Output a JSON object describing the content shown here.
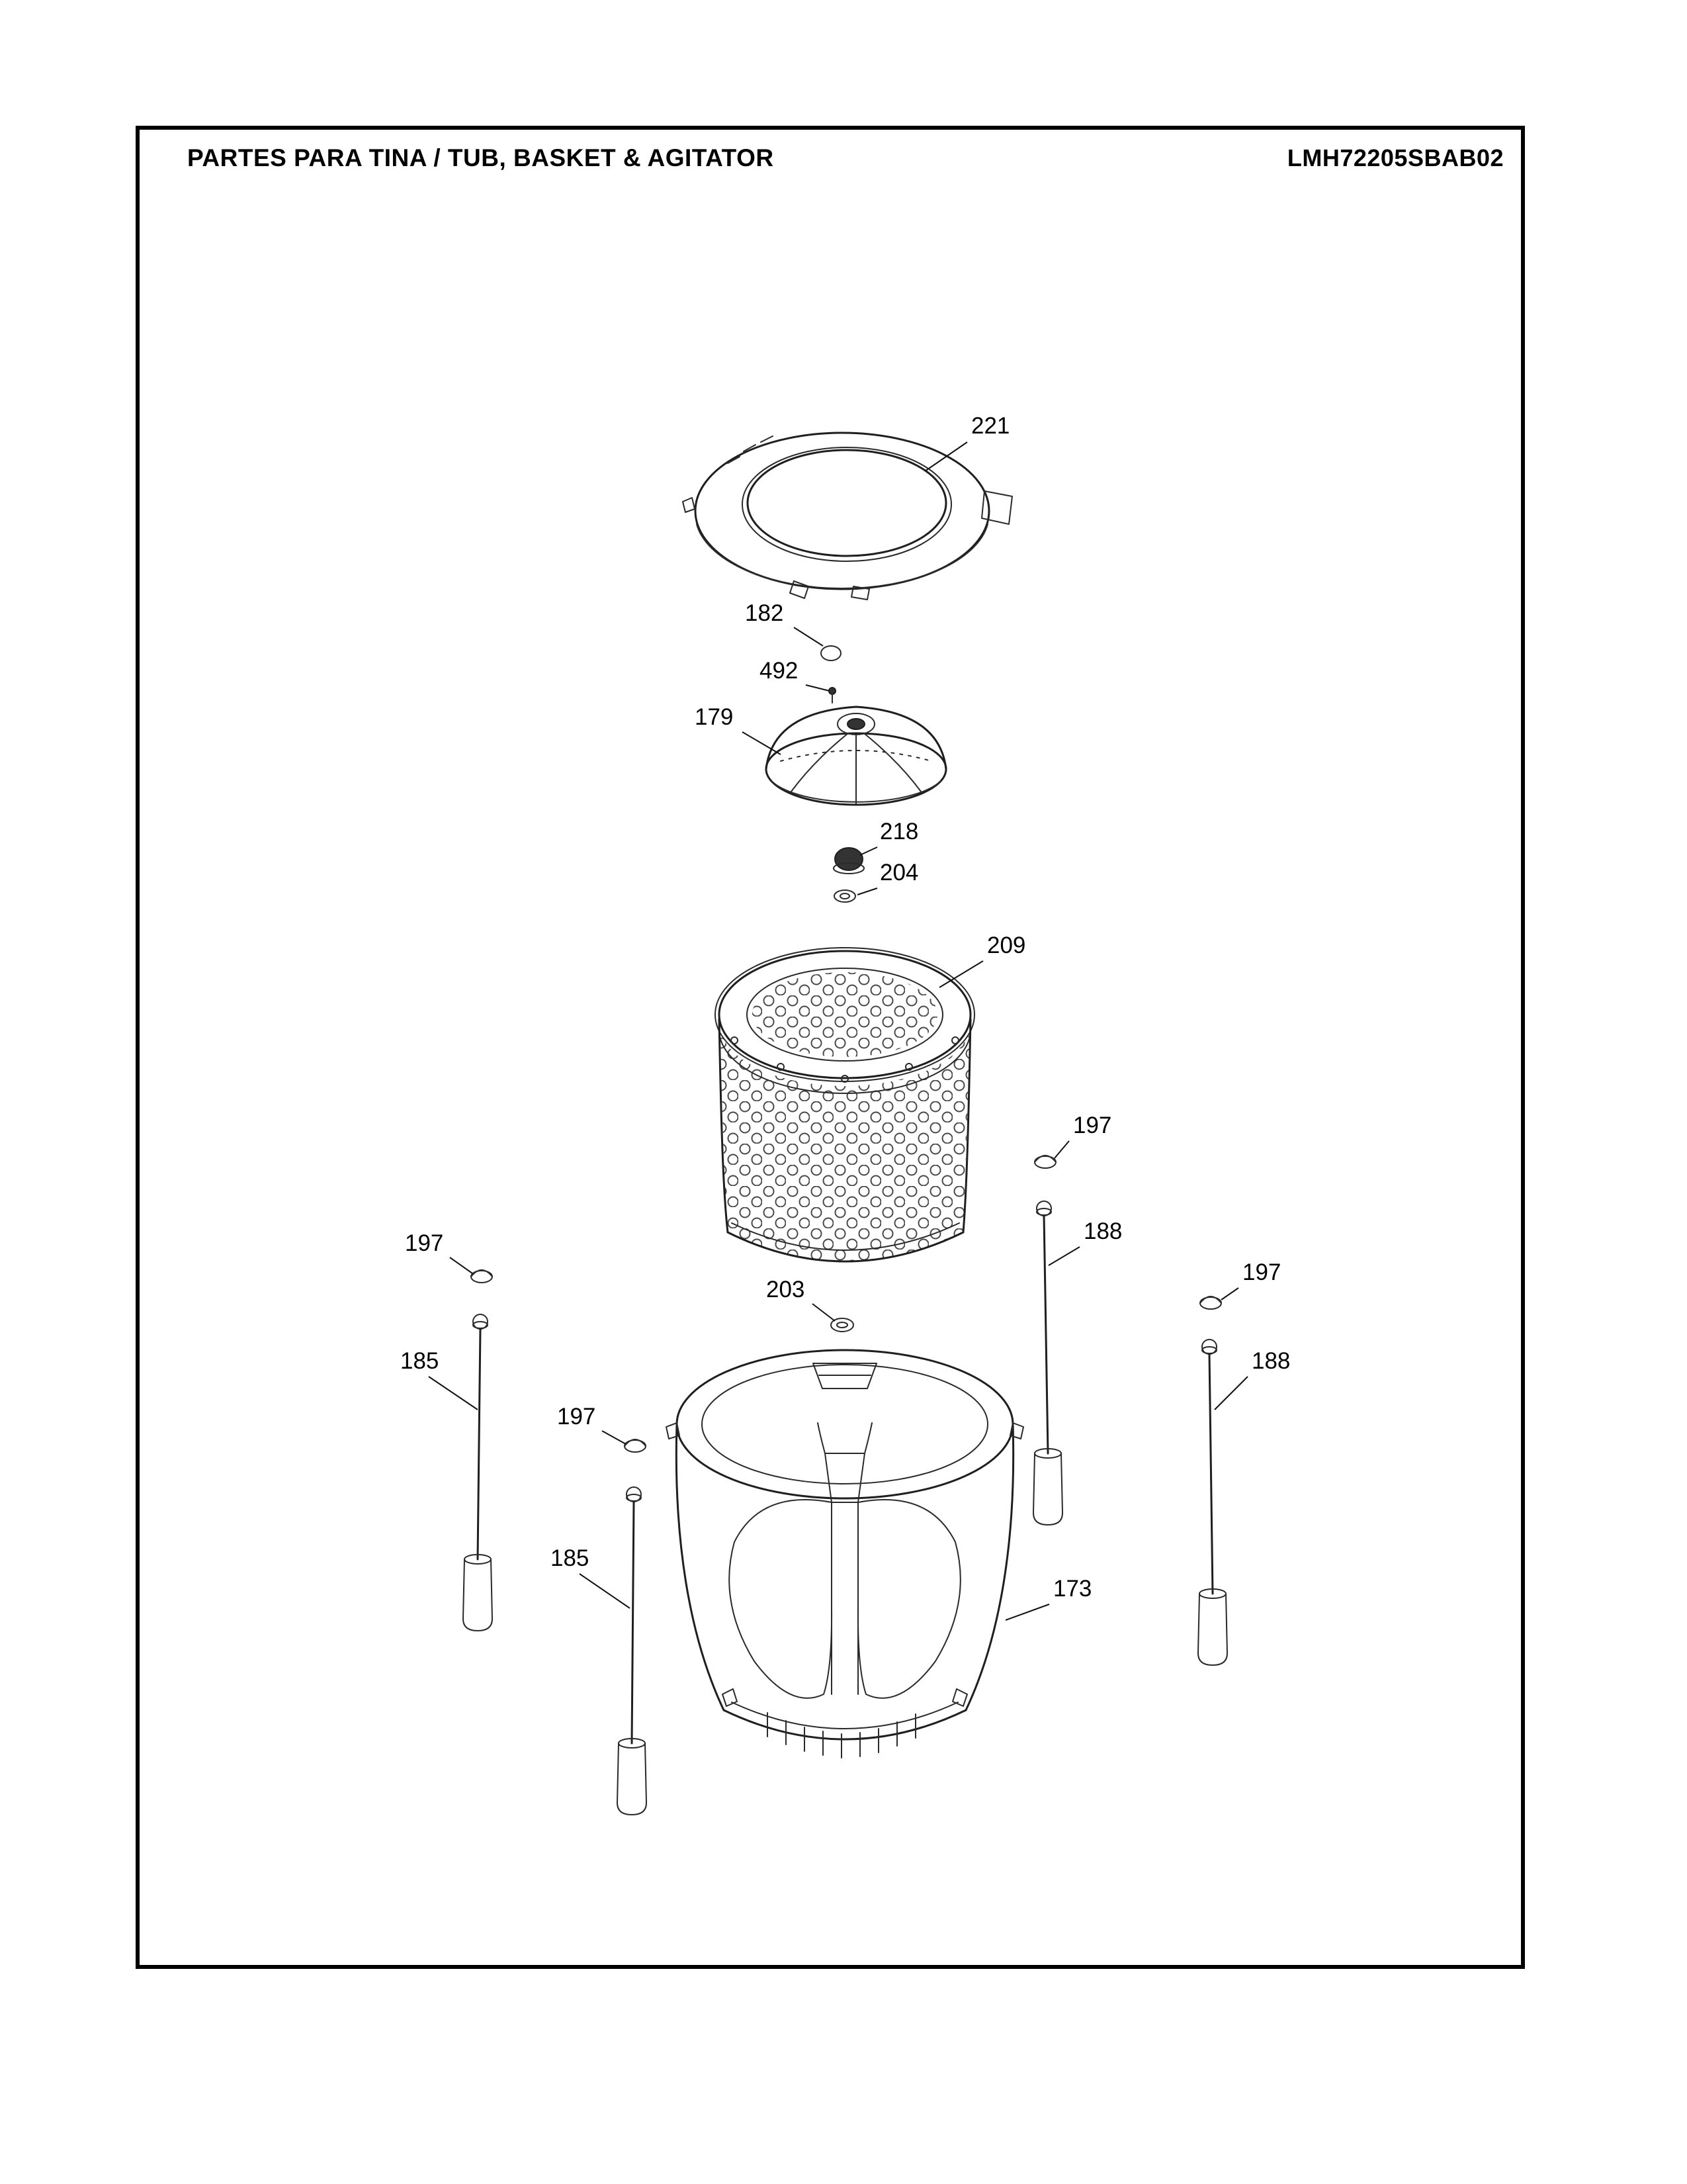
{
  "header": {
    "title": "PARTES PARA TINA  /  TUB, BASKET & AGITATOR",
    "doc_number": "LMH72205SBAB02"
  },
  "diagram": {
    "callouts": [
      {
        "part": "221"
      },
      {
        "part": "182"
      },
      {
        "part": "492"
      },
      {
        "part": "179"
      },
      {
        "part": "218"
      },
      {
        "part": "204"
      },
      {
        "part": "209"
      },
      {
        "part": "197"
      },
      {
        "part": "188"
      },
      {
        "part": "197"
      },
      {
        "part": "185"
      },
      {
        "part": "197"
      },
      {
        "part": "188"
      },
      {
        "part": "197"
      },
      {
        "part": "185"
      },
      {
        "part": "203"
      },
      {
        "part": "173"
      }
    ]
  }
}
